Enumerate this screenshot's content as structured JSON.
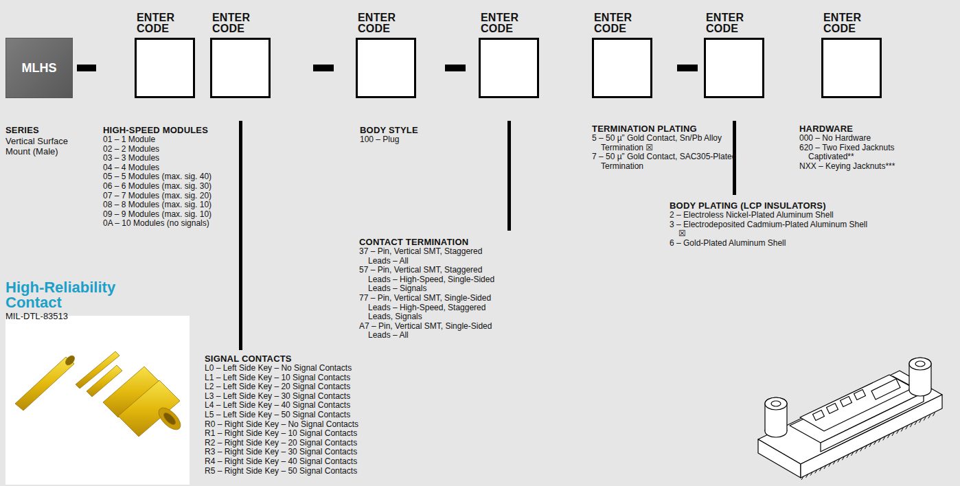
{
  "diagram": {
    "nodes": [
      {
        "text": [
          "MLHS"
        ]
      },
      {
        "text": [
          "ENTER CODE"
        ]
      },
      {
        "text": [
          "ENTER CODE"
        ]
      },
      {
        "text": [
          "ENTER CODE"
        ]
      },
      {
        "text": [
          "ENTER CODE"
        ]
      },
      {
        "text": [
          "ENTER CODE"
        ]
      },
      {
        "text": [
          "ENTER CODE"
        ]
      },
      {
        "text": [
          "ENTER CODE"
        ]
      }
    ],
    "labels": [
      "SERIES",
      "Vertical Surface Mount (Male)",
      "HIGH-SPEED MODULES",
      "01 – 1 Module",
      "02 – 2 Modules",
      "03 – 3 Modules",
      "04 – 4 Modules",
      "05 – 5 Modules (max. sig. 40)",
      "06 – 6 Modules (max. sig. 30)",
      "07 – 7 Modules (max. sig. 20)",
      "08 – 8 Modules (max. sig. 10)",
      "09 – 9 Modules (max. sig. 10)",
      "0A – 10 Modules (no signals)",
      "SIGNAL CONTACTS",
      "L0 – Left Side Key – No Signal Contacts",
      "L1 – Left Side Key – 10 Signal Contacts",
      "L2 – Left Side Key – 20 Signal Contacts",
      "L3 – Left Side Key – 30 Signal Contacts",
      "L4 – Left Side Key – 40 Signal Contacts",
      "L5 – Left Side Key – 50 Signal Contacts",
      "R0 – Right Side Key – No Signal Contacts",
      "R1 – Right Side Key – 10 Signal Contacts",
      "R2 – Right Side Key – 20 Signal Contacts",
      "R3 – Right Side Key – 30 Signal Contacts",
      "R4 – Right Side Key – 40 Signal Contacts",
      "R5 – Right Side Key – 50 Signal Contacts",
      "BODY STYLE",
      "100 – Plug",
      "CONTACT TERMINATION",
      "37 – Pin, Vertical SMT, Staggered Leads – All",
      "57 – Pin, Vertical SMT, Staggered Leads – High-Speed, Single-Sided Leads – Signals",
      "77 – Pin, Vertical SMT, Single-Sided Leads – High-Speed, Staggered Leads, Signals",
      "A7 – Pin, Vertical SMT, Single-Sided Leads – All",
      "TERMINATION PLATING",
      "5 – 50 µ” Gold Contact, Sn/Pb Alloy Termination ☒",
      "7 – 50 µ” Gold Contact, SAC305-Plated Termination",
      "BODY PLATING (LCP INSULATORS)",
      "2 – Electroless Nickel-Plated Aluminum Shell",
      "3 – Electrodeposited Cadmium-Plated Aluminum Shell ☒",
      "6 – Gold-Plated Aluminum Shell",
      "HARDWARE",
      "000 – No Hardware",
      "620 – Two Fixed Jacknuts Captivated**",
      "NXX – Keying Jacknuts***",
      "High-Reliability Contact",
      "MIL-DTL-83513"
    ]
  }
}
